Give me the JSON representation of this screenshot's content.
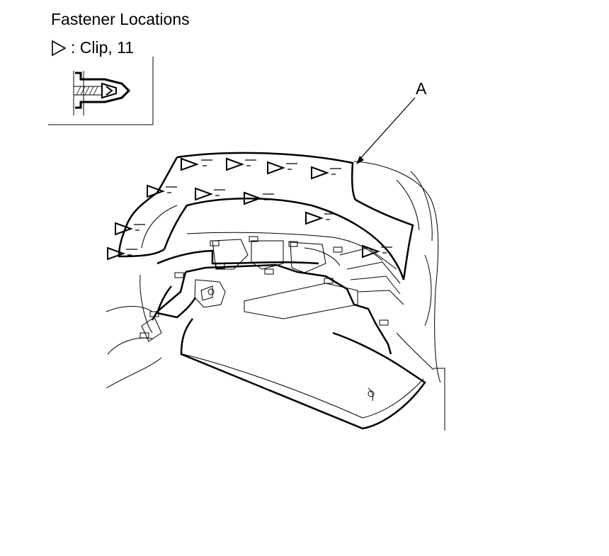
{
  "title": "Fastener Locations",
  "legend": {
    "symbol": "triangle-icon",
    "text": ": Clip, 11"
  },
  "callout": {
    "label": "A"
  },
  "clip_markers_count_shown": 11
}
